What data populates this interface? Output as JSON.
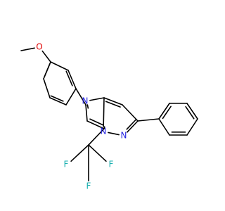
{
  "molecule": {
    "labels": {
      "methoxy_O": "O",
      "N4": "N",
      "N_bridge": "N",
      "N1": "N",
      "F_a": "F",
      "F_b": "F",
      "F_c": "F"
    },
    "colors": {
      "bond": "#000000",
      "nitrogen": "#1f1fe0",
      "oxygen": "#e00000",
      "fluorine": "#19b0b0"
    }
  }
}
